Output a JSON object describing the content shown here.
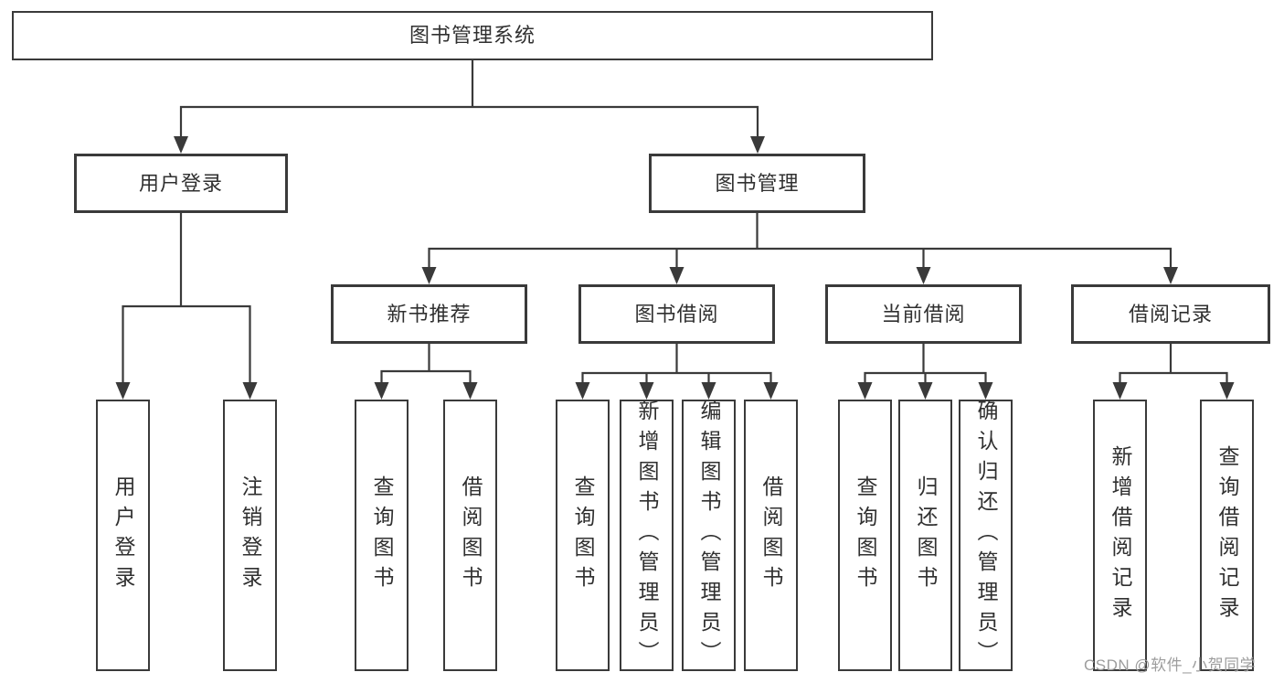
{
  "diagram": {
    "tree": {
      "label": "图书管理系统",
      "children": [
        {
          "label": "用户登录",
          "children": [
            {
              "label": "用户登录"
            },
            {
              "label": "注销登录"
            }
          ]
        },
        {
          "label": "图书管理",
          "children": [
            {
              "label": "新书推荐",
              "children": [
                {
                  "label": "查询图书"
                },
                {
                  "label": "借阅图书"
                }
              ]
            },
            {
              "label": "图书借阅",
              "children": [
                {
                  "label": "查询图书"
                },
                {
                  "label": "新增图书（管理员）"
                },
                {
                  "label": "编辑图书（管理员）"
                },
                {
                  "label": "借阅图书"
                }
              ]
            },
            {
              "label": "当前借阅",
              "children": [
                {
                  "label": "查询图书"
                },
                {
                  "label": "归还图书"
                },
                {
                  "label": "确认归还（管理员）"
                }
              ]
            },
            {
              "label": "借阅记录",
              "children": [
                {
                  "label": "新增借阅记录"
                },
                {
                  "label": "查询借阅记录"
                }
              ]
            }
          ]
        }
      ]
    },
    "watermark": "CSDN @软件_小贺同学",
    "colors": {
      "line": "#3a3a3a",
      "text": "#303030",
      "watermark": "#9d9d9d",
      "background": "#ffffff"
    }
  }
}
